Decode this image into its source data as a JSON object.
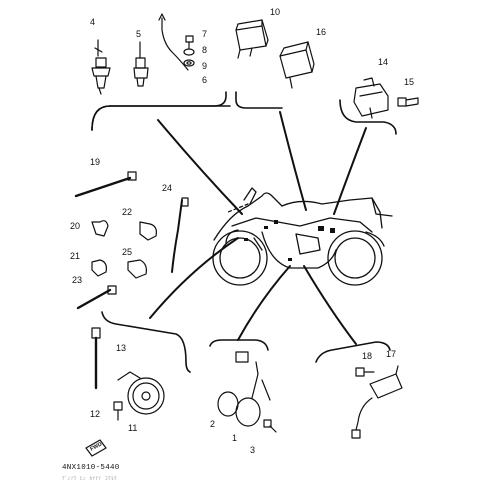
{
  "diagram": {
    "callouts": {
      "p1": "1",
      "p2": "2",
      "p3": "3",
      "p4": "4",
      "p5": "5",
      "p6": "6",
      "p7": "7",
      "p8": "8",
      "p9": "9",
      "p10": "10",
      "p11": "11",
      "p12": "12",
      "p13": "13",
      "p14": "14",
      "p15": "15",
      "p16": "16",
      "p17": "17",
      "p18": "18",
      "p19": "19",
      "p20": "20",
      "p21": "21",
      "p22": "22",
      "p23": "23",
      "p24": "24",
      "p25": "25"
    },
    "diagram_code": "4NX1010-5440",
    "footer_text": "ﾃﾞﾝｿｳ ﾋﾝ  ｶｲﾃｲ ｺｳﾓｸ",
    "stamp_text": "FWD"
  }
}
